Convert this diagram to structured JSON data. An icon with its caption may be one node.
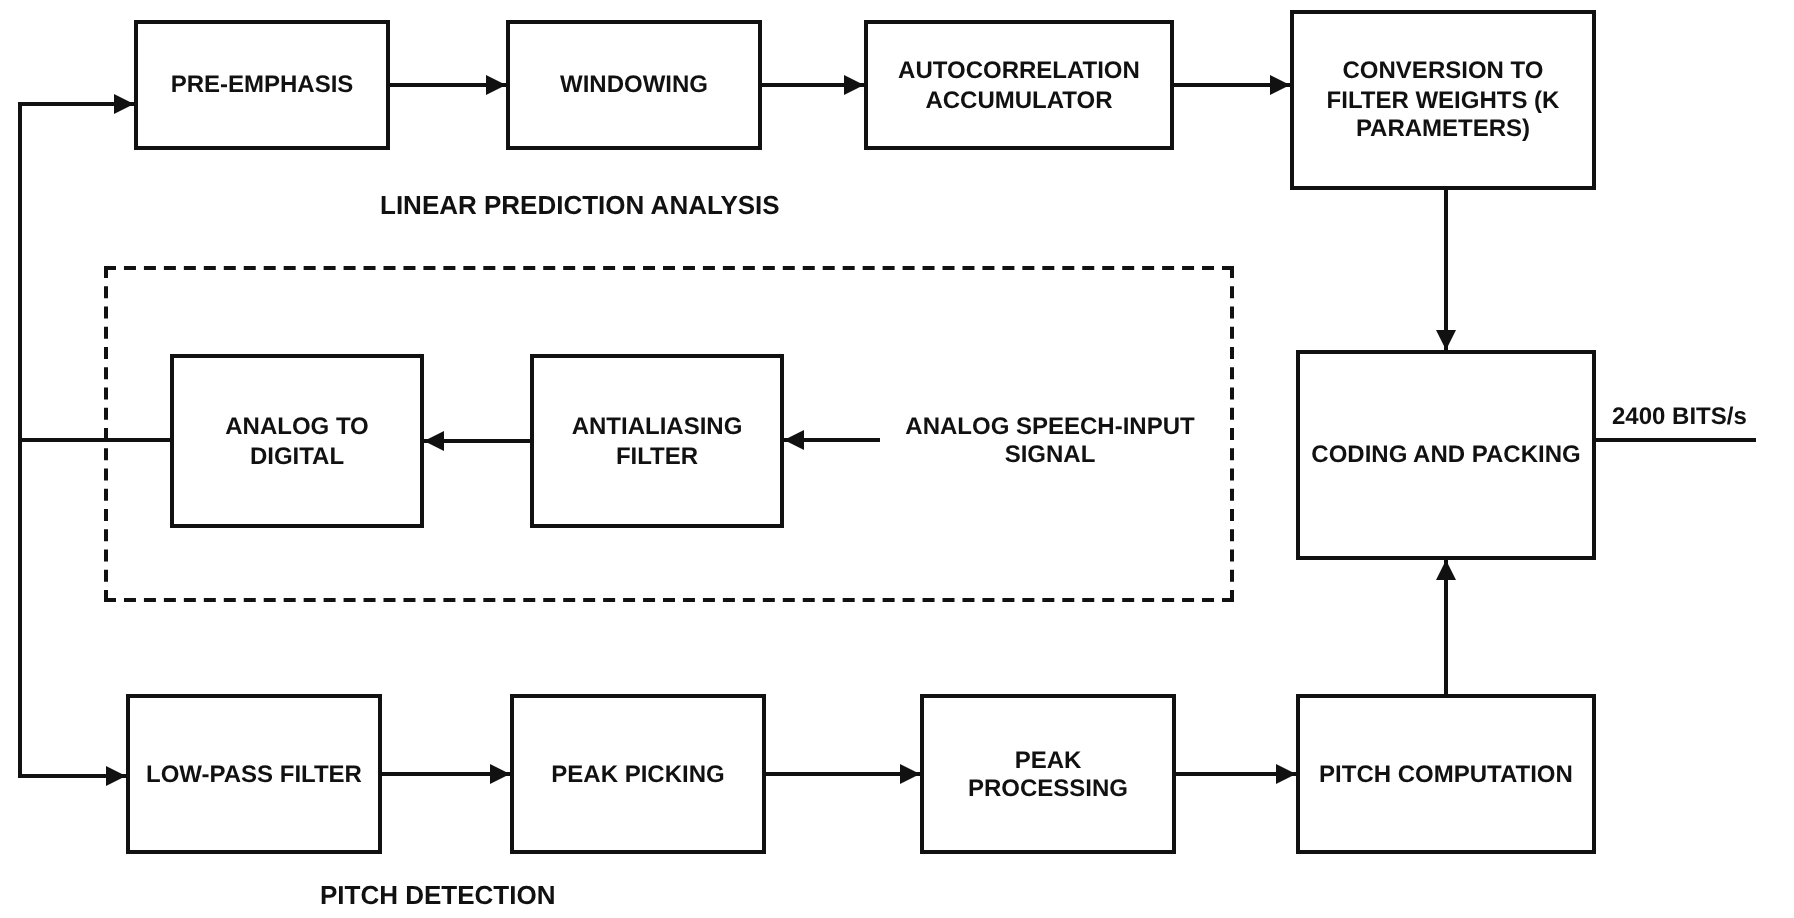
{
  "diagram": {
    "nodes": [
      {
        "text": [
          "PRE-EMPHASIS"
        ]
      },
      {
        "text": [
          "WINDOWING"
        ]
      },
      {
        "text": [
          "AUTOCORRELATION ACCUMULATOR"
        ]
      },
      {
        "text": [
          "CONVERSION TO FILTER WEIGHTS (K PARAMETERS)"
        ]
      },
      {
        "text": [],
        "shape": "box"
      },
      {
        "text": [
          "ANALOG TO DIGITAL"
        ],
        "in": 4
      },
      {
        "text": [
          "ANTIALIASING FILTER"
        ],
        "in": 4
      },
      {
        "text": [
          "ANALOG SPEECH-INPUT SIGNAL"
        ],
        "in": 4
      },
      {
        "text": [
          "CODING AND PACKING"
        ]
      },
      {
        "text": [
          "LOW-PASS FILTER"
        ]
      },
      {
        "text": [
          "PEAK PICKING"
        ]
      },
      {
        "text": [
          "PEAK PROCESSING"
        ]
      },
      {
        "text": [
          "PITCH COMPUTATION"
        ]
      }
    ],
    "edges": [
      {
        "from": 0,
        "to": 1,
        "arrow": "to"
      },
      {
        "from": 1,
        "to": 2,
        "arrow": "to"
      },
      {
        "from": 2,
        "to": 3,
        "arrow": "to"
      },
      {
        "from": 3,
        "to": 8,
        "arrow": "to"
      },
      {
        "from": 7,
        "to": 6,
        "arrow": "to"
      },
      {
        "from": 6,
        "to": 5,
        "arrow": "to"
      },
      {
        "from": 5,
        "to": 0,
        "arrow": "to"
      },
      {
        "from": 5,
        "to": 9,
        "arrow": "to"
      },
      {
        "from": 9,
        "to": 10,
        "arrow": "to"
      },
      {
        "from": 10,
        "to": 11,
        "arrow": "to"
      },
      {
        "from": 11,
        "to": 12,
        "arrow": "to"
      },
      {
        "from": 12,
        "to": 8,
        "arrow": "to"
      },
      {
        "from": 8,
        "to": null,
        "arrow": "none",
        "label": "2400 BITS/s"
      }
    ],
    "labels": [
      "LINEAR PREDICTION ANALYSIS",
      "PITCH DETECTION"
    ]
  }
}
